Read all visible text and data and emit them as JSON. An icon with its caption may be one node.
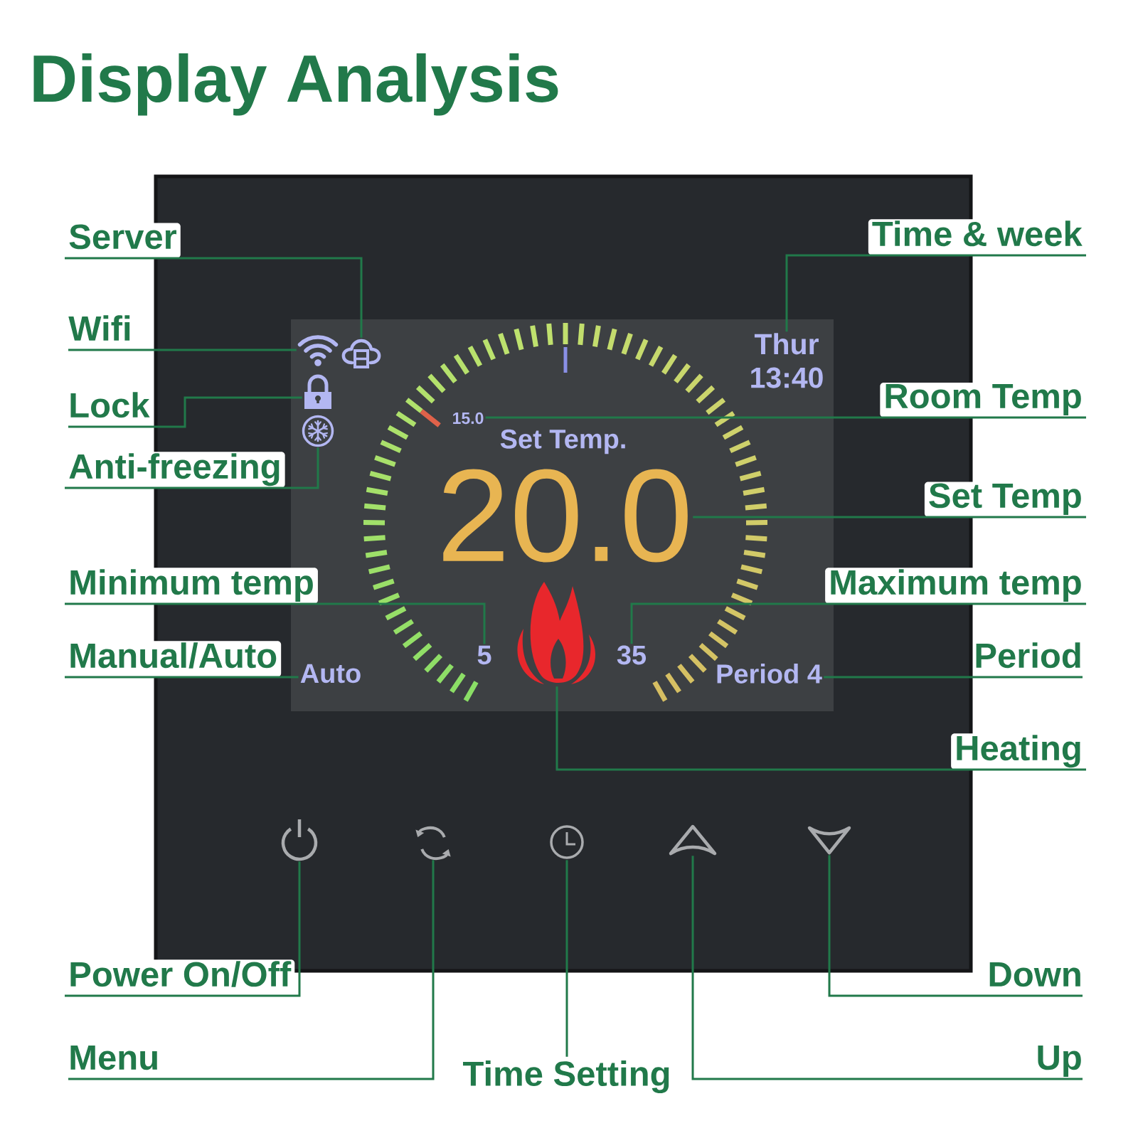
{
  "diagram": {
    "title": "Display Analysis",
    "nodes": [
      {
        "text": [],
        "shape": "box"
      },
      {
        "text": [
          "Set Temp."
        ],
        "in": 0
      },
      {
        "text": [
          "Server"
        ]
      },
      {
        "text": [],
        "shape": "picture",
        "in": 1
      },
      {
        "text": [
          "Time & week"
        ]
      },
      {
        "text": [
          "Thur 13:40"
        ],
        "in": 1
      },
      {
        "text": [
          "Wifi"
        ]
      },
      {
        "text": [],
        "shape": "picture",
        "in": 1
      },
      {
        "text": [
          "Lock"
        ]
      },
      {
        "text": [],
        "shape": "picture",
        "in": 1
      },
      {
        "text": [
          "Room Temp"
        ]
      },
      {
        "text": [
          "15.0"
        ],
        "in": 1
      },
      {
        "text": [
          "Anti-freezing"
        ]
      },
      {
        "text": [],
        "shape": "picture",
        "in": 1
      },
      {
        "text": [
          "Set Temp"
        ]
      },
      {
        "text": [
          "20.0"
        ],
        "in": 1
      },
      {
        "text": [
          "Minimum temp"
        ]
      },
      {
        "text": [
          "5"
        ],
        "in": 1
      },
      {
        "text": [
          "Maximum temp"
        ]
      },
      {
        "text": [
          "35"
        ],
        "in": 1
      },
      {
        "text": [
          "Manual/Auto"
        ]
      },
      {
        "text": [
          "Auto"
        ],
        "in": 1
      },
      {
        "text": [
          "Period"
        ]
      },
      {
        "text": [
          "Period 4"
        ],
        "in": 1
      },
      {
        "text": [
          "Heating"
        ]
      },
      {
        "text": [],
        "shape": "picture",
        "in": 1
      },
      {
        "text": [],
        "shape": "picture",
        "in": 0
      },
      {
        "text": [],
        "shape": "picture",
        "in": 0
      },
      {
        "text": [],
        "shape": "picture",
        "in": 0
      },
      {
        "text": [],
        "shape": "picture",
        "in": 0
      },
      {
        "text": [],
        "shape": "picture",
        "in": 0
      },
      {
        "text": [
          "Power On/Off"
        ]
      },
      {
        "text": [
          "Down"
        ]
      },
      {
        "text": [
          "Menu"
        ]
      },
      {
        "text": [
          "Time Setting"
        ]
      },
      {
        "text": [
          "Up"
        ]
      }
    ],
    "edges": [
      {
        "from": 2,
        "to": 3,
        "arrow": "none"
      },
      {
        "from": 4,
        "to": 5,
        "arrow": "none"
      },
      {
        "from": 6,
        "to": 7,
        "arrow": "none"
      },
      {
        "from": 8,
        "to": 9,
        "arrow": "none"
      },
      {
        "from": 10,
        "to": 11,
        "arrow": "none"
      },
      {
        "from": 12,
        "to": 13,
        "arrow": "none"
      },
      {
        "from": 14,
        "to": 15,
        "arrow": "none"
      },
      {
        "from": 16,
        "to": 17,
        "arrow": "none"
      },
      {
        "from": 18,
        "to": 19,
        "arrow": "none"
      },
      {
        "from": 20,
        "to": 21,
        "arrow": "none"
      },
      {
        "from": 22,
        "to": 23,
        "arrow": "none"
      },
      {
        "from": 24,
        "to": 25,
        "arrow": "none"
      },
      {
        "from": 31,
        "to": 26,
        "arrow": "none"
      },
      {
        "from": 32,
        "to": 30,
        "arrow": "none"
      },
      {
        "from": 33,
        "to": 27,
        "arrow": "none"
      },
      {
        "from": 34,
        "to": 28,
        "arrow": "none"
      },
      {
        "from": 35,
        "to": 29,
        "arrow": "none"
      }
    ]
  }
}
